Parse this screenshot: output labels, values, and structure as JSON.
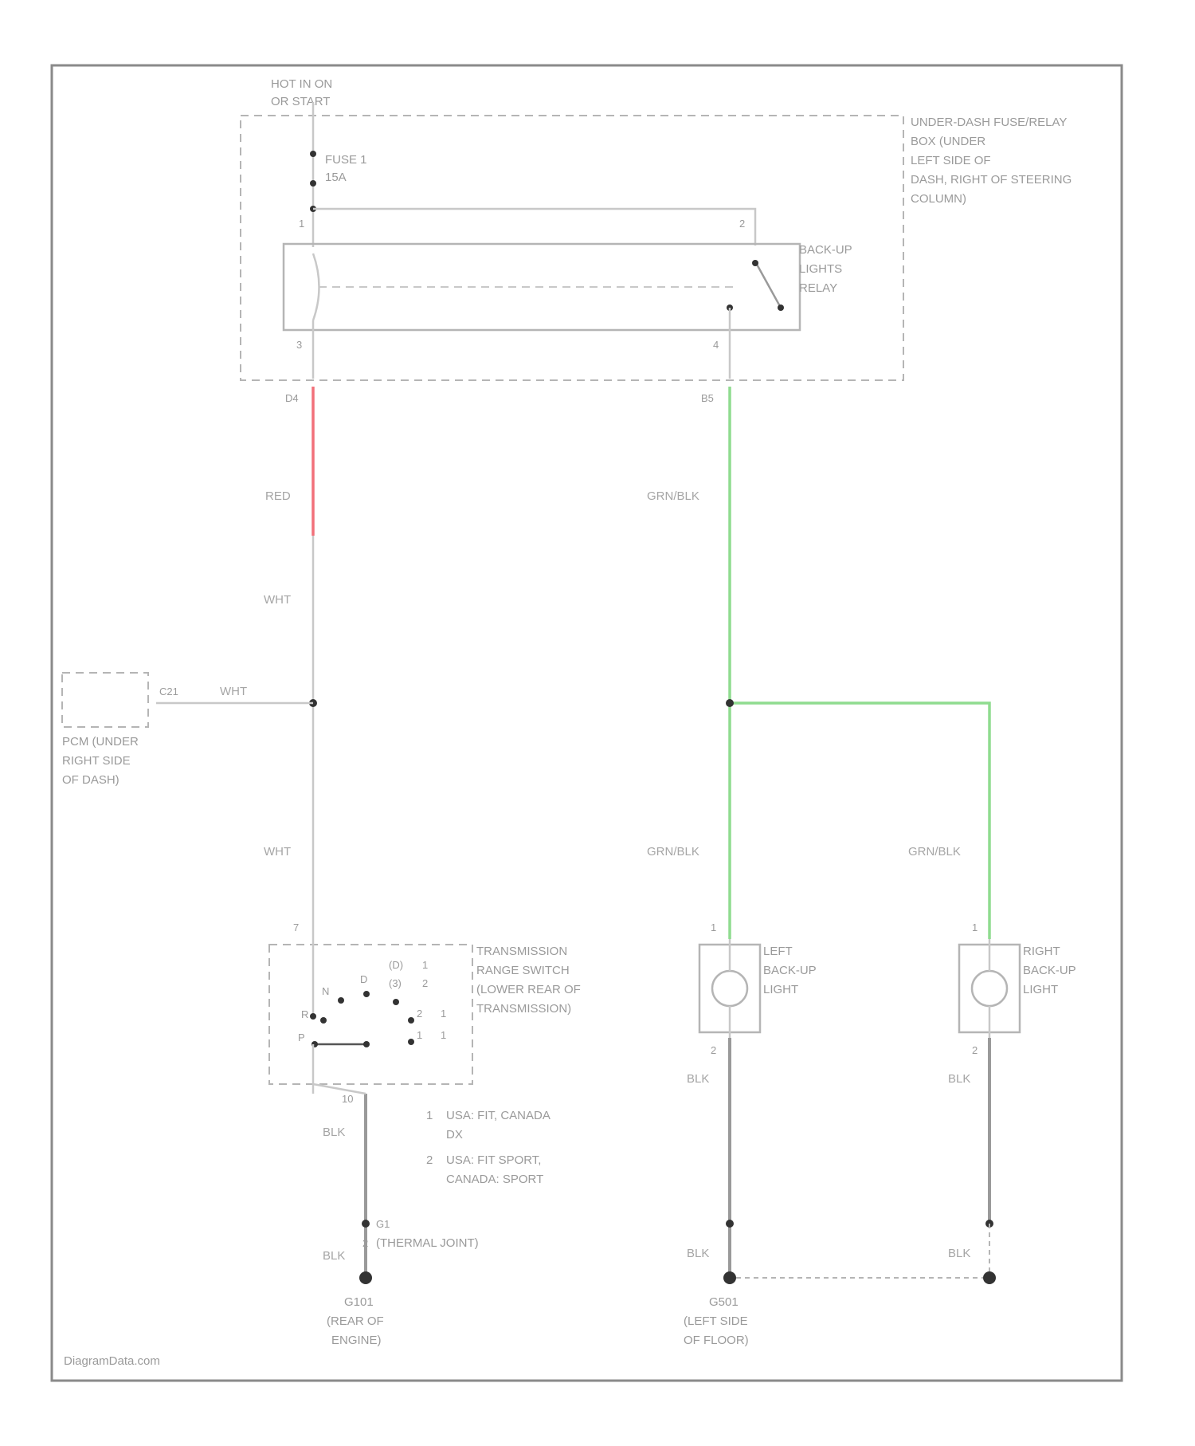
{
  "colors": {
    "red_wire": "#f2707a",
    "green_wire": "#8fdc8f",
    "white_wire": "#d8d8d8",
    "black_wire": "#9a9a9a",
    "frame": "#8a8a8a"
  },
  "power": {
    "line1": "HOT IN ON",
    "line2": "OR START"
  },
  "fuse_box": [
    "UNDER-DASH FUSE/RELAY",
    "BOX (UNDER",
    "LEFT SIDE OF",
    "DASH, RIGHT OF STEERING",
    "COLUMN)"
  ],
  "fuse": {
    "name": "FUSE 1",
    "rating": "15A"
  },
  "relay": {
    "label": [
      "BACK-UP",
      "LIGHTS",
      "RELAY"
    ],
    "pins": [
      "1",
      "2",
      "3",
      "4"
    ]
  },
  "connectors": {
    "left": "D4",
    "right": "B5",
    "pcm": "C21",
    "tr_switch": "10",
    "g1": "G1"
  },
  "wires": {
    "red": "RED",
    "wht1": "WHT",
    "wht2": "WHT",
    "wht3": "WHT",
    "grn1": "GRN/BLK",
    "grn2": "GRN/BLK",
    "grn3": "GRN/BLK",
    "blk1": "BLK",
    "blk2": "BLK",
    "blk3": "BLK",
    "blk4": "BLK",
    "blk5": "BLK",
    "blk6": "BLK"
  },
  "pcm": [
    "PCM (UNDER",
    "RIGHT SIDE",
    "OF DASH)"
  ],
  "trs": {
    "label": [
      "TRANSMISSION",
      "RANGE SWITCH",
      "(LOWER REAR OF",
      "TRANSMISSION)"
    ],
    "pin_in": "7",
    "positions": [
      "N",
      "R",
      "P",
      "D",
      "(D)",
      "(3)",
      "2",
      "1"
    ],
    "pos_nums": [
      "1",
      "2",
      "1",
      "1"
    ]
  },
  "notes": [
    {
      "num": "1",
      "line1": "USA: FIT, CANADA",
      "line2": "DX"
    },
    {
      "num": "2",
      "line1": "USA: FIT SPORT,",
      "line2": "CANADA: SPORT"
    }
  ],
  "left_light": {
    "label": [
      "LEFT",
      "BACK-UP",
      "LIGHT"
    ],
    "pin_top": "1",
    "pin_bot": "2"
  },
  "right_light": {
    "label": [
      "RIGHT",
      "BACK-UP",
      "LIGHT"
    ],
    "pin_top": "1",
    "pin_bot": "2"
  },
  "thermal_joint": {
    "pin": "2",
    "text": "(THERMAL JOINT)"
  },
  "grounds": {
    "g101": [
      "G101",
      "(REAR OF",
      "ENGINE)"
    ],
    "g501": [
      "G501",
      "(LEFT SIDE",
      "OF FLOOR)"
    ]
  },
  "watermark": "DiagramData.com"
}
